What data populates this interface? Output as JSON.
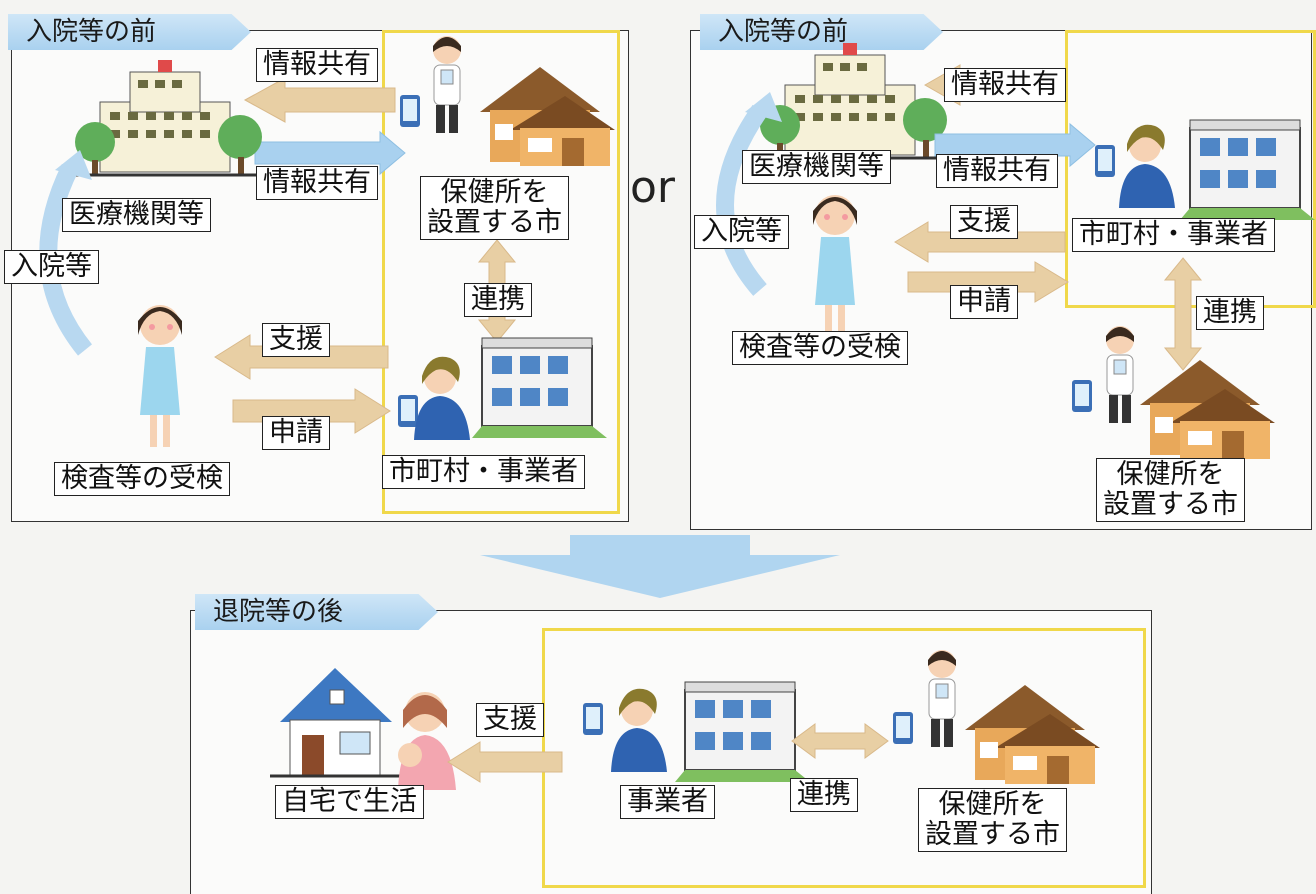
{
  "top_left": {
    "tab": "入院等の前",
    "info_share_1": "情報共有",
    "info_share_2": "情報共有",
    "hospital": "医療機関等",
    "health_center": [
      "保健所を",
      "設置する市"
    ],
    "admission": "入院等",
    "cooperation": "連携",
    "support": "支援",
    "application": "申請",
    "examinee": "検査等の受検",
    "municipality": "市町村・事業者"
  },
  "connector": "or",
  "top_right": {
    "tab": "入院等の前",
    "info_share_1": "情報共有",
    "info_share_2": "情報共有",
    "hospital": "医療機関等",
    "admission": "入院等",
    "support": "支援",
    "application": "申請",
    "municipality": "市町村・事業者",
    "examinee": "検査等の受検",
    "cooperation": "連携",
    "health_center": [
      "保健所を",
      "設置する市"
    ]
  },
  "bottom": {
    "tab": "退院等の後",
    "support": "支援",
    "home": "自宅で生活",
    "operator": "事業者",
    "cooperation": "連携",
    "health_center": [
      "保健所を",
      "設置する市"
    ]
  },
  "colors": {
    "arrow_tan": "#e8cfa4",
    "arrow_blue": "#a9d1ef",
    "frame_yellow": "#f0d84a",
    "tab_blue": "#bcdcf3"
  }
}
